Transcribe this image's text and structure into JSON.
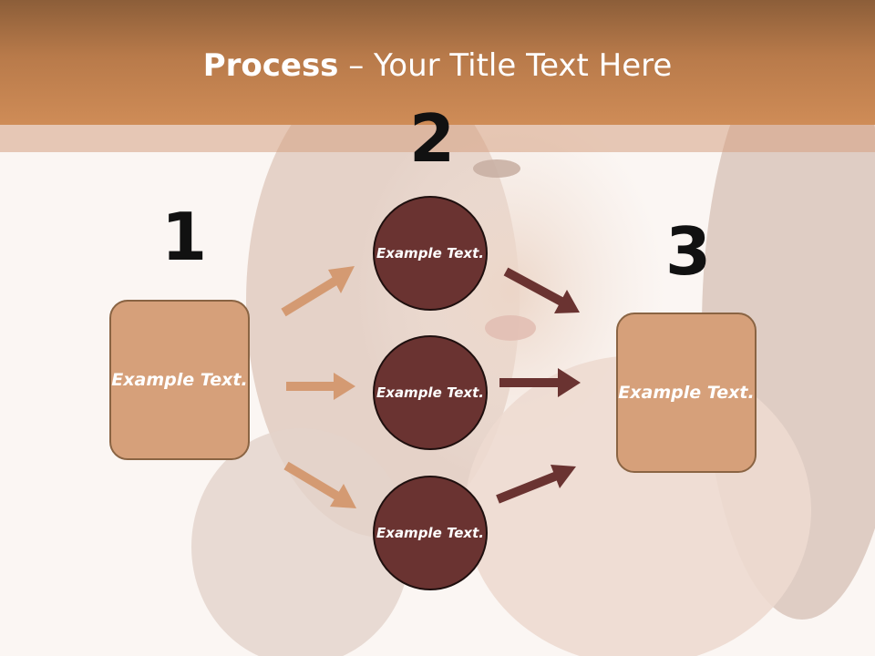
{
  "title": {
    "bold": "Process",
    "rest": " – Your Title Text Here"
  },
  "steps": {
    "one": "1",
    "two": "2",
    "three": "3"
  },
  "left_box": {
    "text": "Example Text."
  },
  "circles": [
    {
      "text": "Example Text."
    },
    {
      "text": "Example Text."
    },
    {
      "text": "Example Text."
    }
  ],
  "right_box": {
    "text": "Example Text."
  },
  "colors": {
    "header": "#c8884f",
    "box_fill": "#d6a07a",
    "circle_fill": "#6a3331",
    "arrow_light": "#d49a72",
    "arrow_dark": "#6a3331"
  }
}
